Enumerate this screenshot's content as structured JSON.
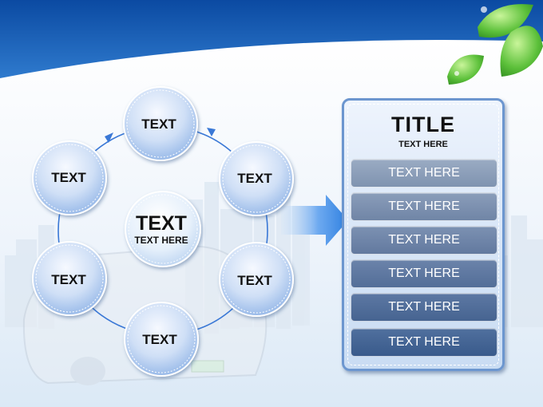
{
  "cycle": {
    "center": {
      "title": "TEXT",
      "subtitle": "TEXT HERE"
    },
    "nodes": [
      "TEXT",
      "TEXT",
      "TEXT",
      "TEXT",
      "TEXT",
      "TEXT"
    ]
  },
  "panel": {
    "title": "TITLE",
    "subtitle": "TEXT HERE",
    "items": [
      "TEXT HERE",
      "TEXT HERE",
      "TEXT HERE",
      "TEXT HERE",
      "TEXT HERE",
      "TEXT HERE"
    ]
  },
  "colors": {
    "sky_top": "#0d4fa4",
    "node_fill": "#a9c6ef",
    "connector": "#2f6fd1",
    "arrow": "#3b8ae8",
    "bar_light": "#8ea2bd",
    "bar_dark": "#3c5f93"
  }
}
